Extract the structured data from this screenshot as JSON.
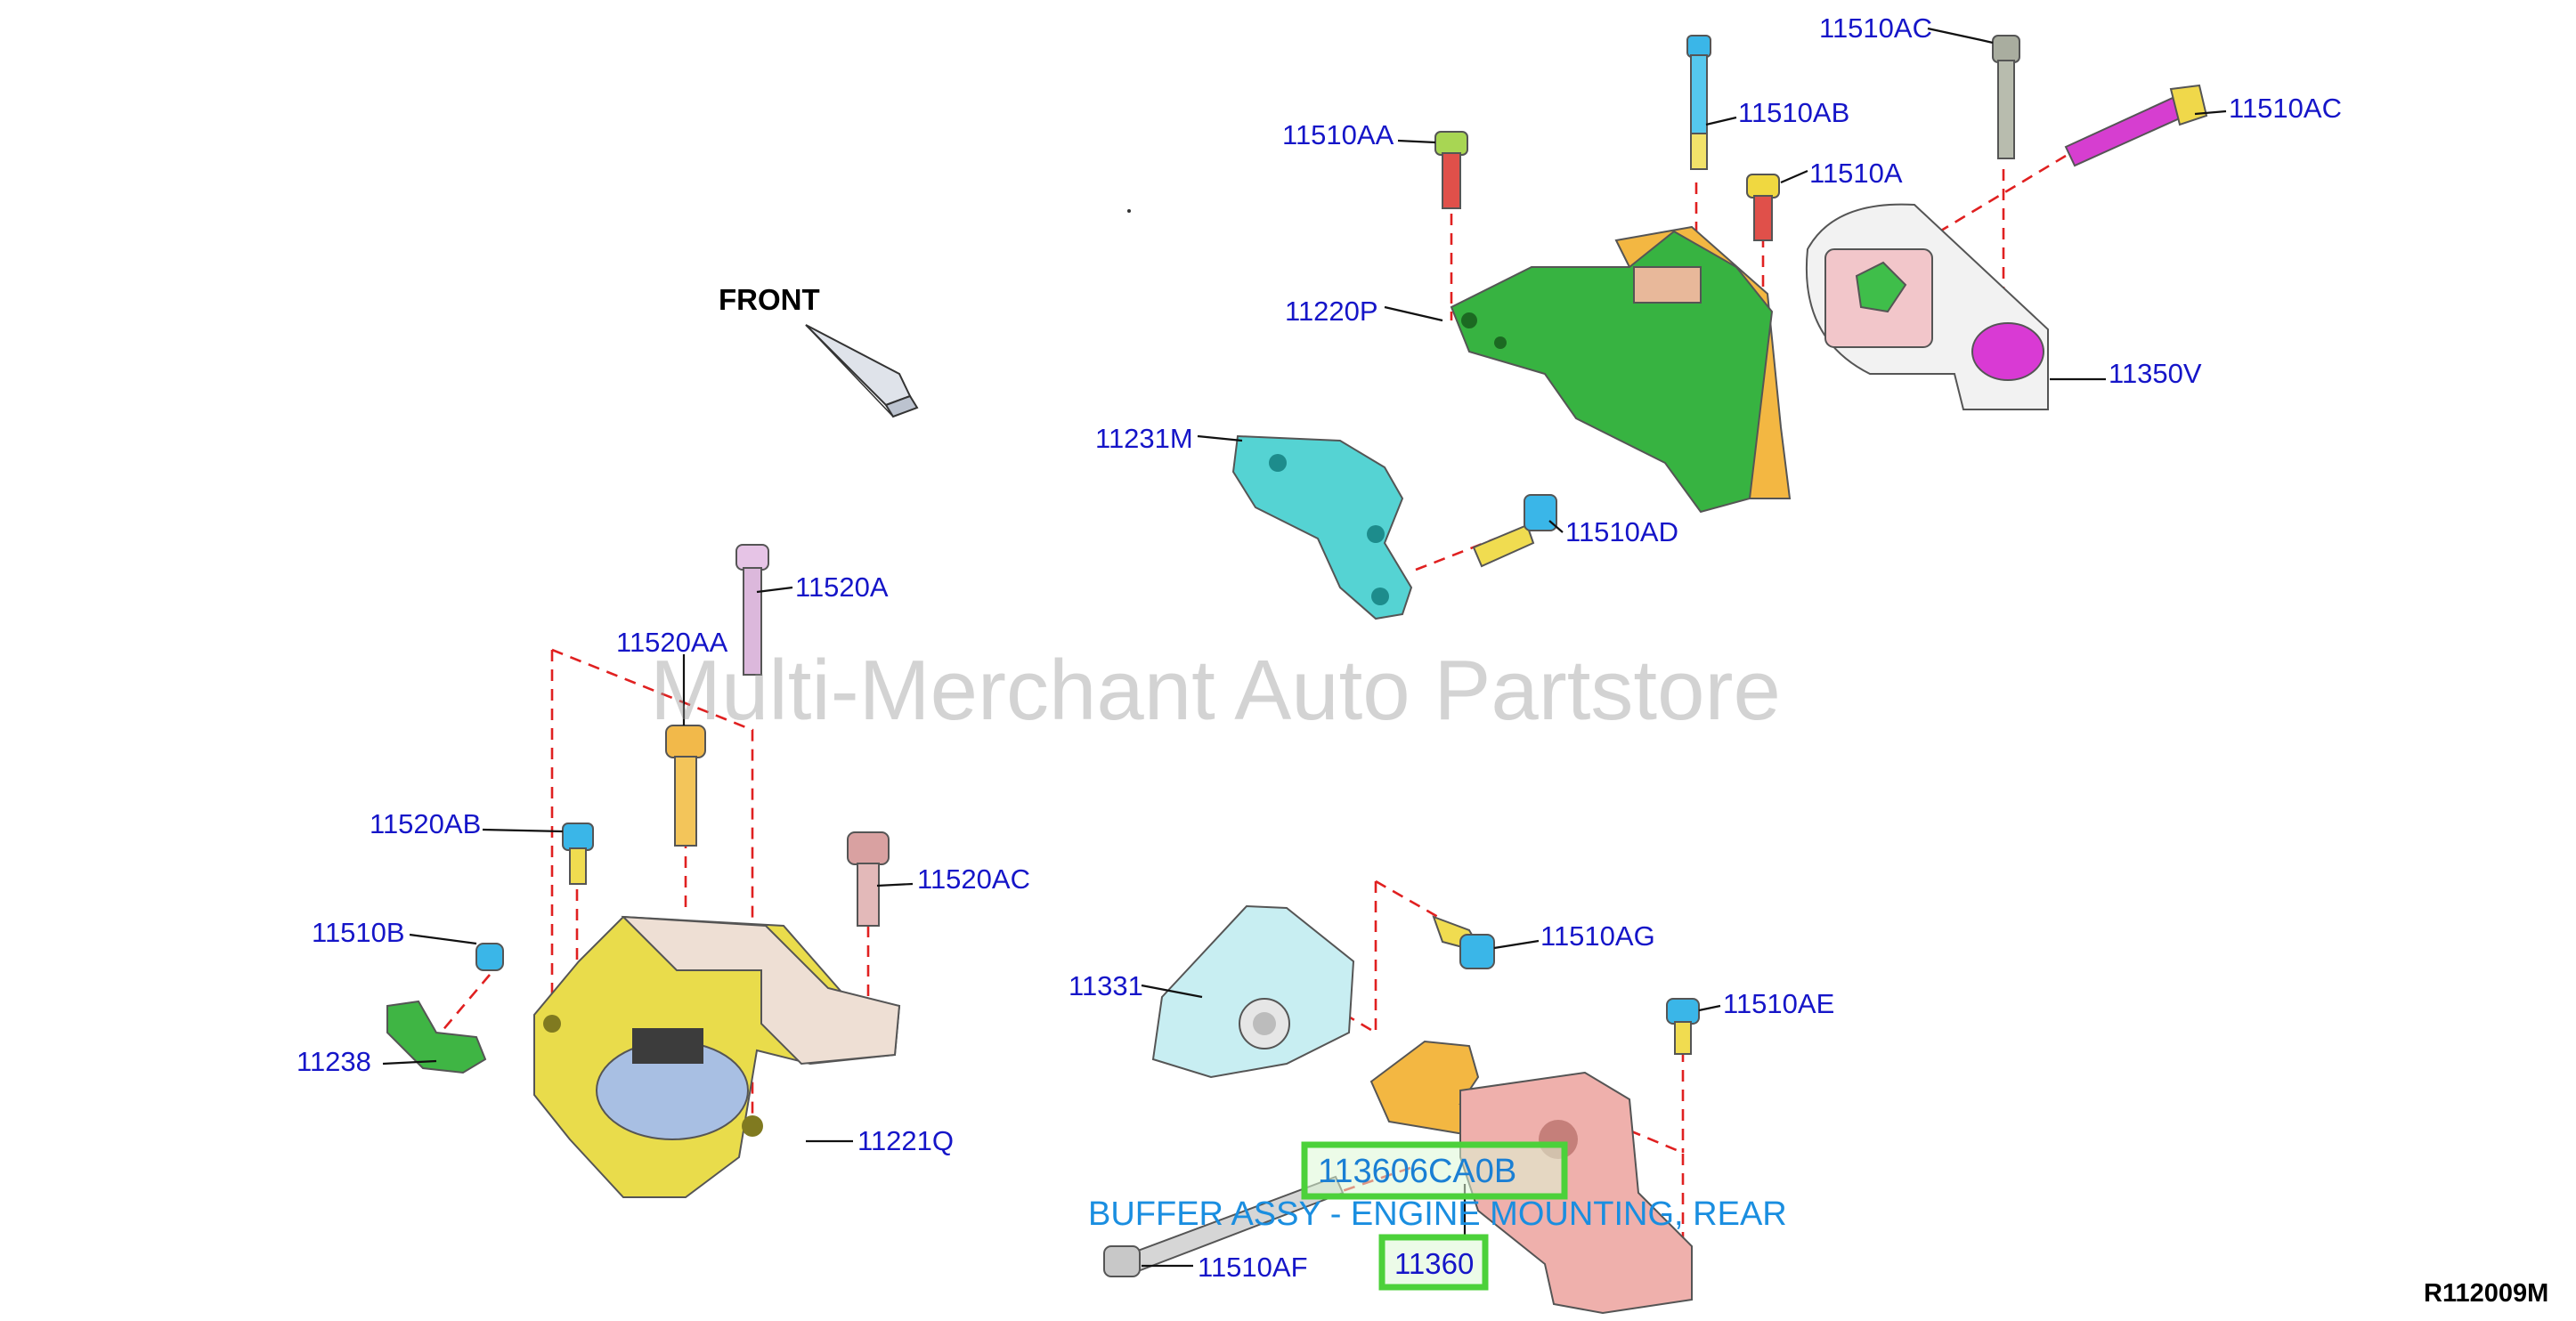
{
  "diagram": {
    "front_label": "FRONT",
    "ref_code": "R112009M",
    "watermark": "Multi-Merchant Auto Partstore",
    "highlight_part_number": "113606CA0B",
    "highlight_description": "BUFFER ASSY - ENGINE MOUNTING, REAR",
    "highlight_callout": "11360",
    "highlight_color": "#4cd13a",
    "dash_color": "#e02020",
    "callouts": [
      {
        "id": "c-11510ac-top",
        "text": "11510AC"
      },
      {
        "id": "c-11510ab",
        "text": "11510AB"
      },
      {
        "id": "c-11510aa",
        "text": "11510AA"
      },
      {
        "id": "c-11510a",
        "text": "11510A"
      },
      {
        "id": "c-11510ac-right",
        "text": "11510AC"
      },
      {
        "id": "c-11220p",
        "text": "11220P"
      },
      {
        "id": "c-11350v",
        "text": "11350V"
      },
      {
        "id": "c-11231m",
        "text": "11231M"
      },
      {
        "id": "c-11510ad",
        "text": "11510AD"
      },
      {
        "id": "c-11520a",
        "text": "11520A"
      },
      {
        "id": "c-11520aa",
        "text": "11520AA"
      },
      {
        "id": "c-11520ab",
        "text": "11520AB"
      },
      {
        "id": "c-11520ac",
        "text": "11520AC"
      },
      {
        "id": "c-11510b",
        "text": "11510B"
      },
      {
        "id": "c-11238",
        "text": "11238"
      },
      {
        "id": "c-11221q",
        "text": "11221Q"
      },
      {
        "id": "c-11510ag",
        "text": "11510AG"
      },
      {
        "id": "c-11331",
        "text": "11331"
      },
      {
        "id": "c-11510ae",
        "text": "11510AE"
      },
      {
        "id": "c-11510af",
        "text": "11510AF"
      }
    ]
  }
}
